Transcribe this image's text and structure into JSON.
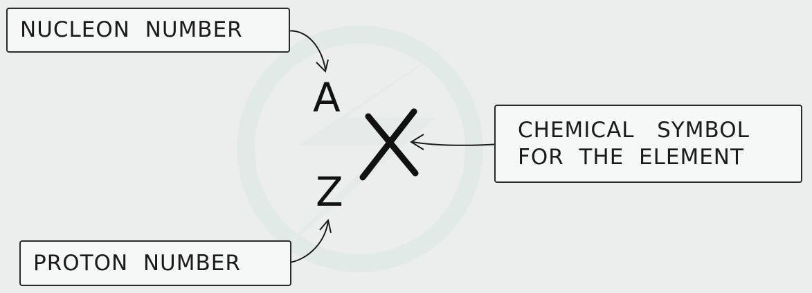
{
  "labels": {
    "nucleon_number": "NUCLEON  NUMBER",
    "proton_number": "PROTON  NUMBER",
    "chemical_symbol_line1": "CHEMICAL   SYMBOL",
    "chemical_symbol_line2": "FOR  THE  ELEMENT"
  },
  "notation": {
    "mass_number": "A",
    "atomic_number": "Z",
    "element_symbol": "X"
  },
  "colors": {
    "background": "#eceeee",
    "ink": "#1a1a1a",
    "tag_fill": "#f6f7f7",
    "watermark": "#d9e6e3"
  }
}
